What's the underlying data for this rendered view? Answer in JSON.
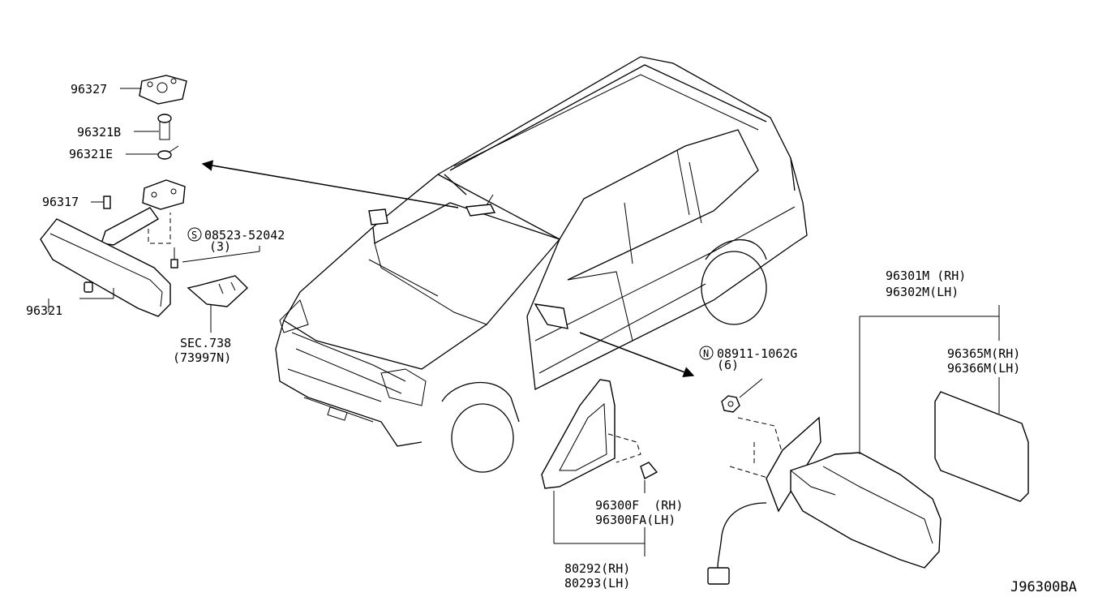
{
  "diagram_code": "J96300BA",
  "labels": {
    "p96327": "96327",
    "p96321B": "96321B",
    "p96321E": "96321E",
    "p96317": "96317",
    "p96321": "96321",
    "screw_code": "08523-52042",
    "screw_prefix": "S",
    "screw_qty": "(3)",
    "sec_ref": "SEC.738",
    "sec_part": "(73997N)",
    "nut_code": "08911-1062G",
    "nut_prefix": "N",
    "nut_qty": "(6)",
    "mirror_rh": "96301M (RH)",
    "mirror_lh": "96302M(LH)",
    "glass_rh": "96365M(RH)",
    "glass_lh": "96366M(LH)",
    "cover_rh": "96300F  (RH)",
    "cover_lh": "96300FA(LH)",
    "finisher_rh": "80292(RH)",
    "finisher_lh": "80293(LH)"
  }
}
